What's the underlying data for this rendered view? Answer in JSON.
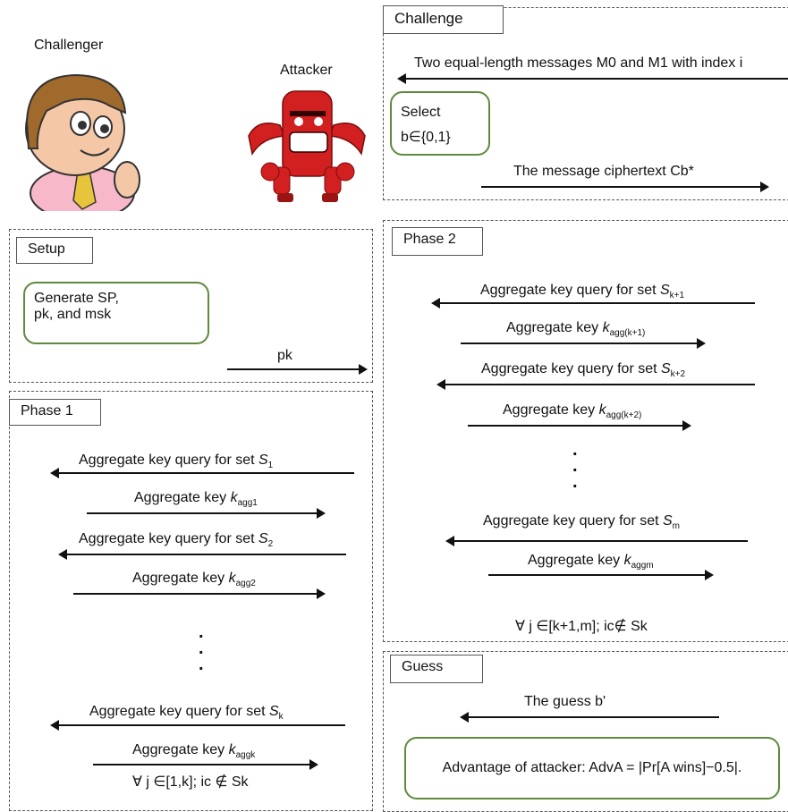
{
  "actors": {
    "challenger": "Challenger",
    "attacker": "Attacker"
  },
  "setup": {
    "tab": "Setup",
    "box_line1": "Generate SP,",
    "box_line2": "pk, and msk",
    "arrow_pk": "pk"
  },
  "phase1": {
    "tab": "Phase 1",
    "q1": "Aggregate key query for set ",
    "q1_var": "S",
    "q1_sub": "1",
    "k1": "Aggregate key ",
    "k1_var": "k",
    "k1_sub": "agg1",
    "q2": "Aggregate key query for set ",
    "q2_var": "S",
    "q2_sub": "2",
    "k2": "Aggregate key ",
    "k2_var": "k",
    "k2_sub": "agg2",
    "qk": "Aggregate key query for set ",
    "qk_var": "S",
    "qk_sub": "k",
    "kk": "Aggregate key ",
    "kk_var": "k",
    "kk_sub": "aggk",
    "condition": "∀ j ∈[1,k]; ic ∉ Sk"
  },
  "challenge": {
    "tab": "Challenge",
    "messages": "Two equal-length messages M0 and M1 with index i",
    "select_line1": "Select",
    "select_line2": "b∈{0,1}",
    "ciphertext": "The message ciphertext Cb*"
  },
  "phase2": {
    "tab": "Phase 2",
    "q1": "Aggregate key query for set ",
    "q1_var": "S",
    "q1_sub": "k+1",
    "k1": "Aggregate key ",
    "k1_var": "k",
    "k1_sub": "agg(k+1)",
    "q2": "Aggregate key query for set ",
    "q2_var": "S",
    "q2_sub": "k+2",
    "k2": "Aggregate key ",
    "k2_var": "k",
    "k2_sub": "agg(k+2)",
    "qm": "Aggregate key query for set ",
    "qm_var": "S",
    "qm_sub": "m",
    "km": "Aggregate key ",
    "km_var": "k",
    "km_sub": "aggm",
    "condition": "∀ j ∈[k+1,m]; ic∉ Sk"
  },
  "guess": {
    "tab": "Guess",
    "arrow": "The guess b'",
    "advantage": "Advantage of attacker: AdvA = |Pr[A wins]−0.5|."
  },
  "colors": {
    "box_border": "#5f8a3c",
    "attacker_red": "#d21f1f",
    "challenger_skin": "#f4c7a6"
  }
}
